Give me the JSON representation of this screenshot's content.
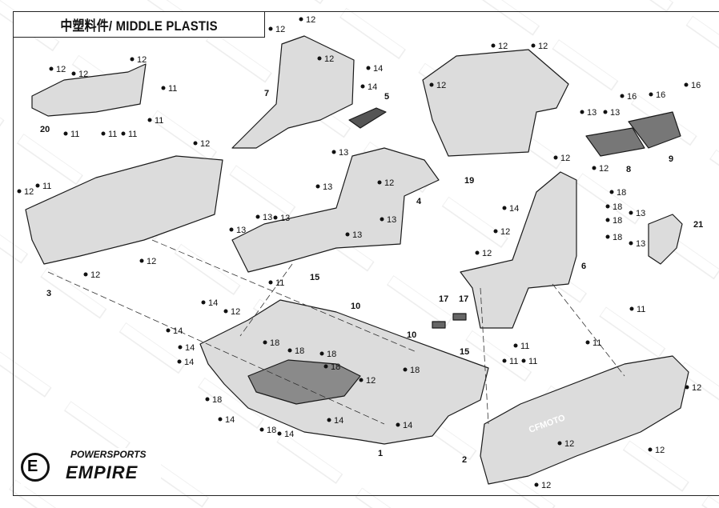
{
  "header": {
    "title": "中塑料件/ MIDDLE PLASTIS"
  },
  "logo": {
    "line1": "POWERSPORTS",
    "line2": "EMPIRE"
  },
  "watermark": "POWERSPORTS EMPIRE",
  "parts": {
    "main": [
      "1",
      "2",
      "3",
      "4",
      "5",
      "6",
      "7",
      "8",
      "9",
      "10",
      "15",
      "17",
      "19",
      "20",
      "21"
    ],
    "callouts": [
      "12",
      "11",
      "13",
      "14",
      "16",
      "18"
    ]
  },
  "decal_text": "CFMOTO",
  "colors": {
    "line": "#1a1a1a",
    "part_fill": "#d9d9d9",
    "part_dark": "#8a8a8a",
    "watermark": "#e6e6e6"
  }
}
